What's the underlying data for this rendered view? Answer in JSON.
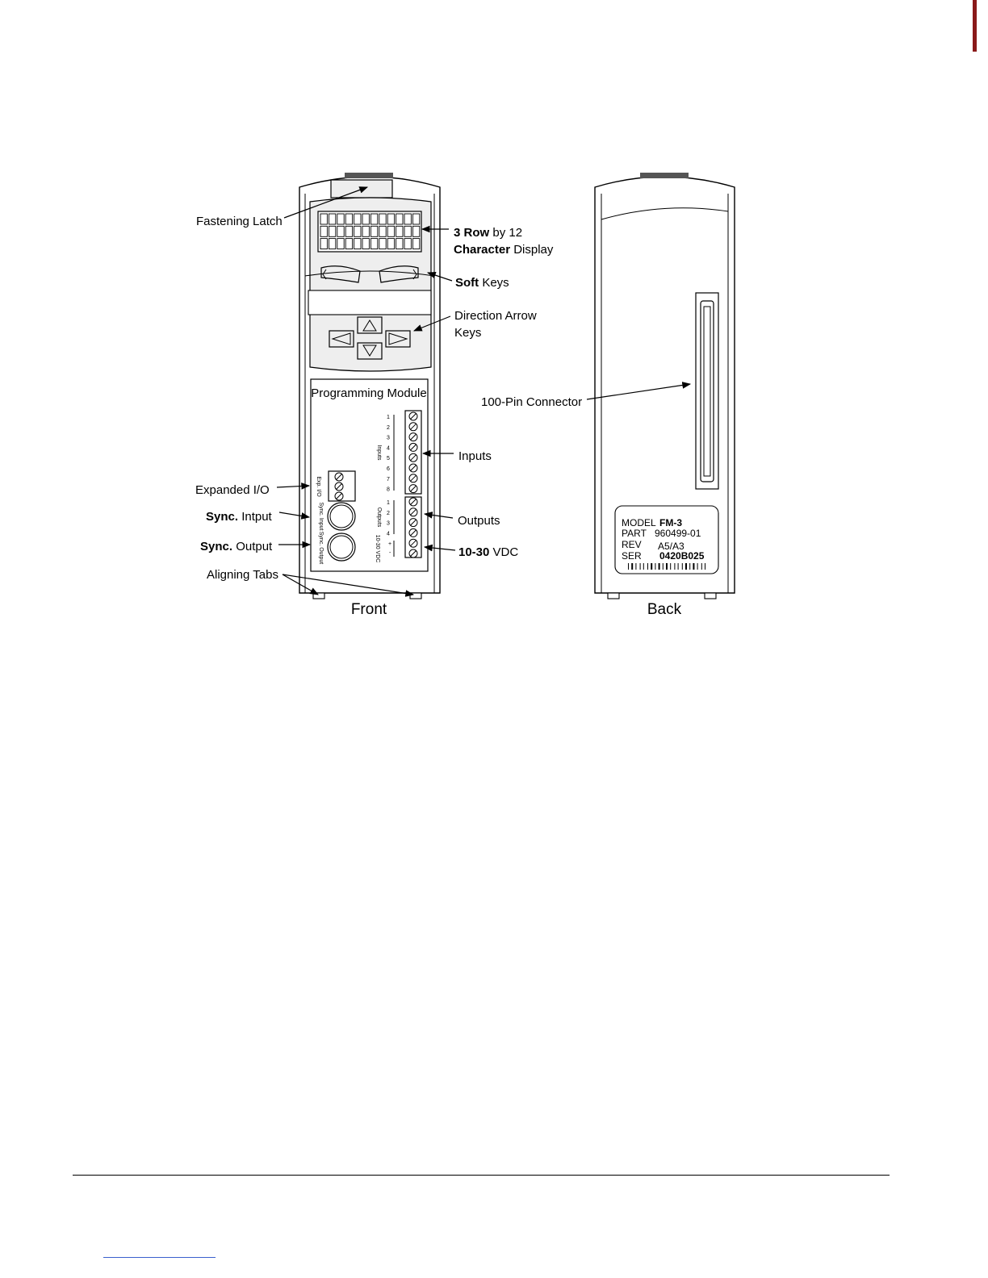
{
  "front": {
    "caption": "Front",
    "module_label": "Programming Module",
    "terminal_labels": {
      "inputs": "Inputs",
      "outputs": "Outputs",
      "exp_io": "Exp. I/O",
      "sync_input": "Sync. Input",
      "sync_output": "Sync. Output",
      "vdc": "10-30 VDC",
      "input_numbers": [
        "1",
        "2",
        "3",
        "4",
        "5",
        "6",
        "7",
        "8"
      ],
      "output_numbers": [
        "1",
        "2",
        "3",
        "4"
      ],
      "vdc_signs": [
        "+",
        "-"
      ]
    },
    "callouts": {
      "fastening_latch": "Fastening Latch",
      "display_bold": "3 Row",
      "display_rest": " by 12",
      "display_line2_bold": "Character",
      "display_line2_rest": " Display",
      "soft_keys_bold": "Soft",
      "soft_keys_rest": " Keys",
      "direction_line1": "Direction Arrow",
      "direction_line2": "Keys",
      "inputs": "Inputs",
      "expanded_io": "Expanded I/O",
      "sync_input_bold": "Sync.",
      "sync_input_rest": " Intput",
      "outputs": "Outputs",
      "sync_output_bold": "Sync.",
      "sync_output_rest": " Output",
      "vdc_bold": "10-30",
      "vdc_rest": " VDC",
      "aligning_tabs": "Aligning Tabs"
    }
  },
  "back": {
    "caption": "Back",
    "connector_callout": "100-Pin Connector",
    "plate": {
      "model_label": "MODEL",
      "model_value": "FM-3",
      "part_label": "PART",
      "part_value": "960499-01",
      "rev_label": "REV",
      "rev_value": "A5/A3",
      "ser_label": "SER",
      "ser_value": "0420B025"
    }
  }
}
